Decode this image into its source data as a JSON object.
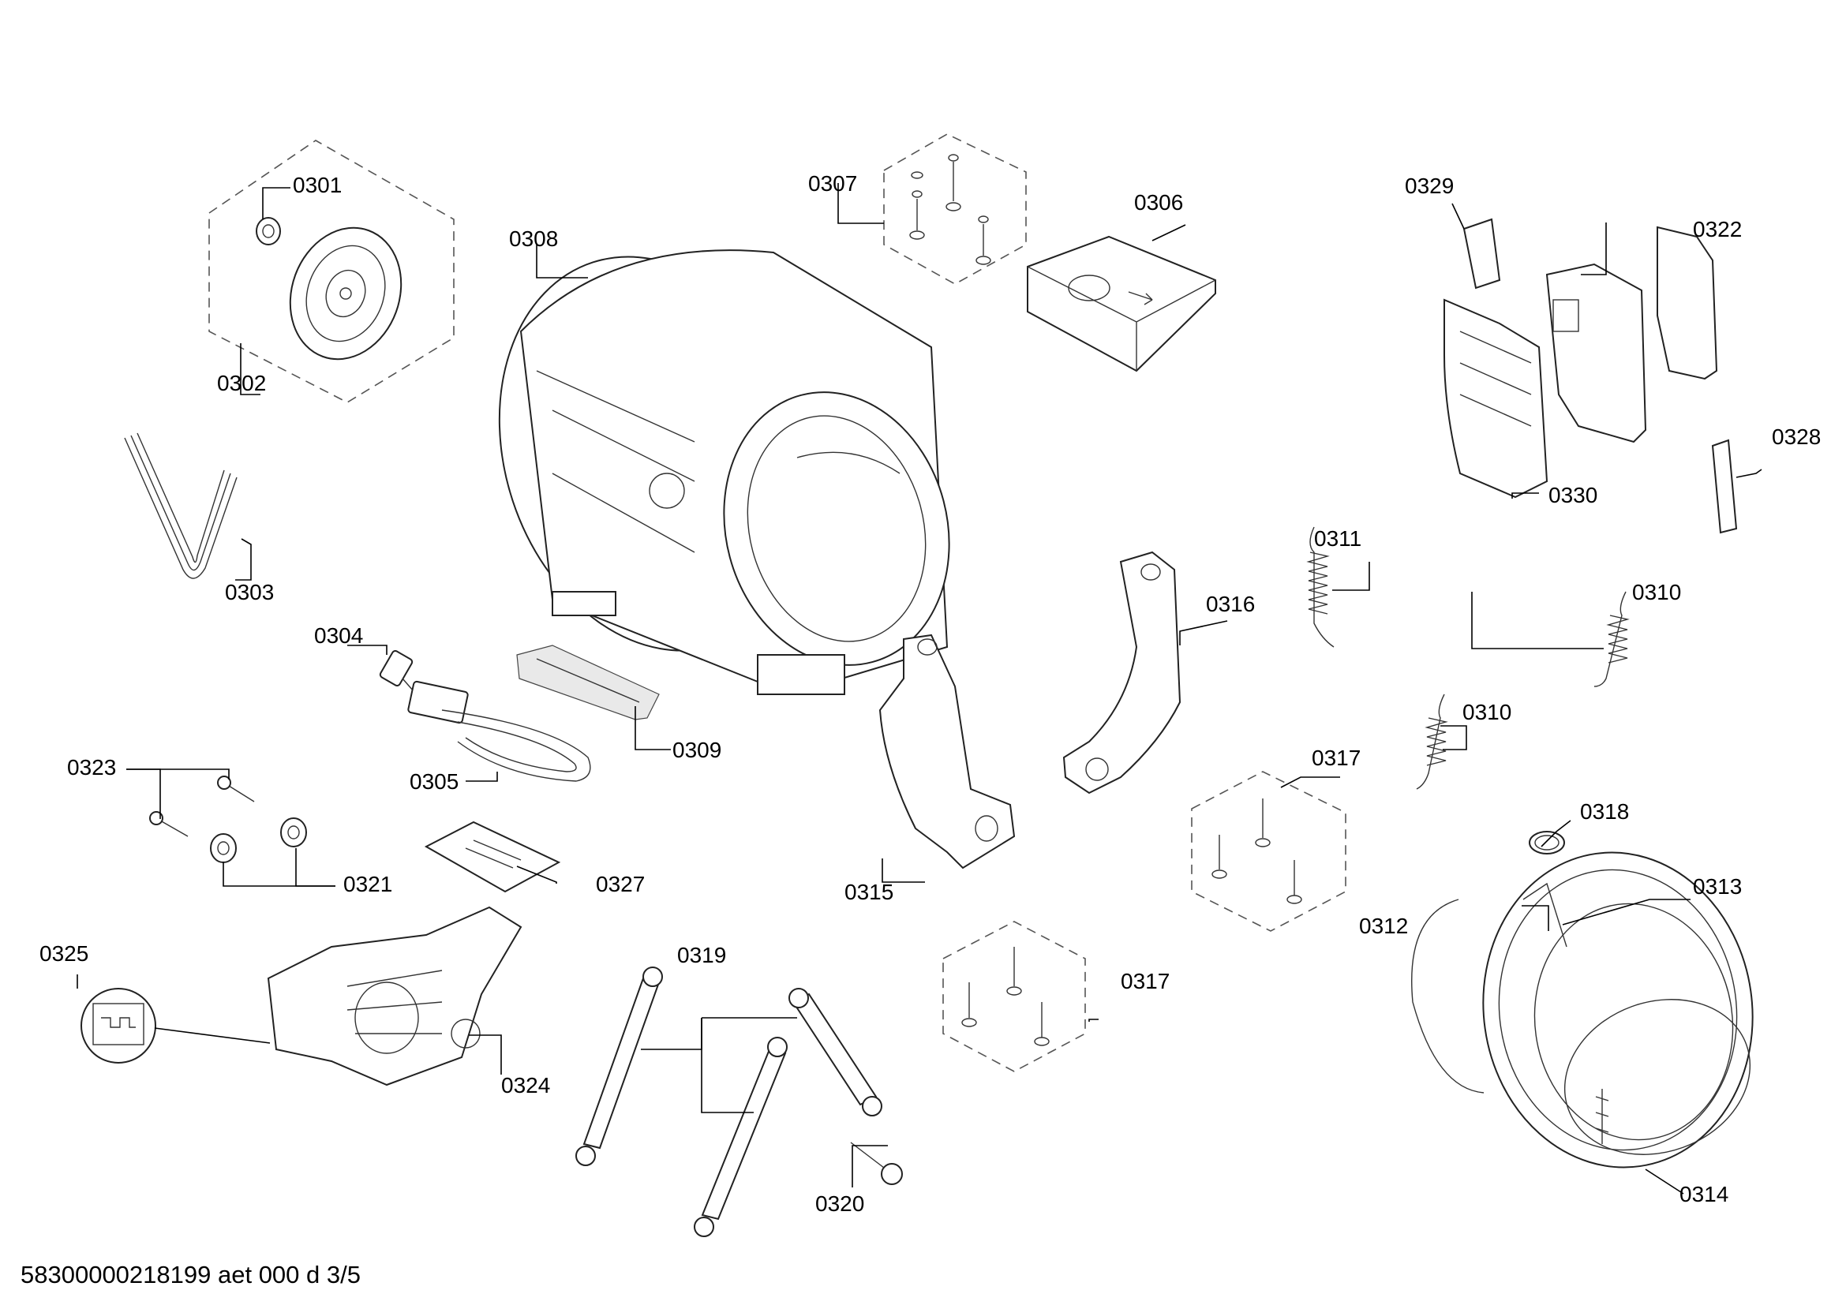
{
  "diagram": {
    "labels": {
      "l0301": "0301",
      "l0302": "0302",
      "l0303": "0303",
      "l0304": "0304",
      "l0305": "0305",
      "l0306": "0306",
      "l0307": "0307",
      "l0308": "0308",
      "l0309": "0309",
      "l0310a": "0310",
      "l0310b": "0310",
      "l0311": "0311",
      "l0312": "0312",
      "l0313": "0313",
      "l0314": "0314",
      "l0315": "0315",
      "l0316": "0316",
      "l0317a": "0317",
      "l0317b": "0317",
      "l0318": "0318",
      "l0319": "0319",
      "l0320": "0320",
      "l0321": "0321",
      "l0322": "0322",
      "l0323": "0323",
      "l0324": "0324",
      "l0325": "0325",
      "l0327": "0327",
      "l0328": "0328",
      "l0329": "0329",
      "l0330": "0330"
    },
    "footer": "58300000218199 aet 000 d 3/5"
  }
}
